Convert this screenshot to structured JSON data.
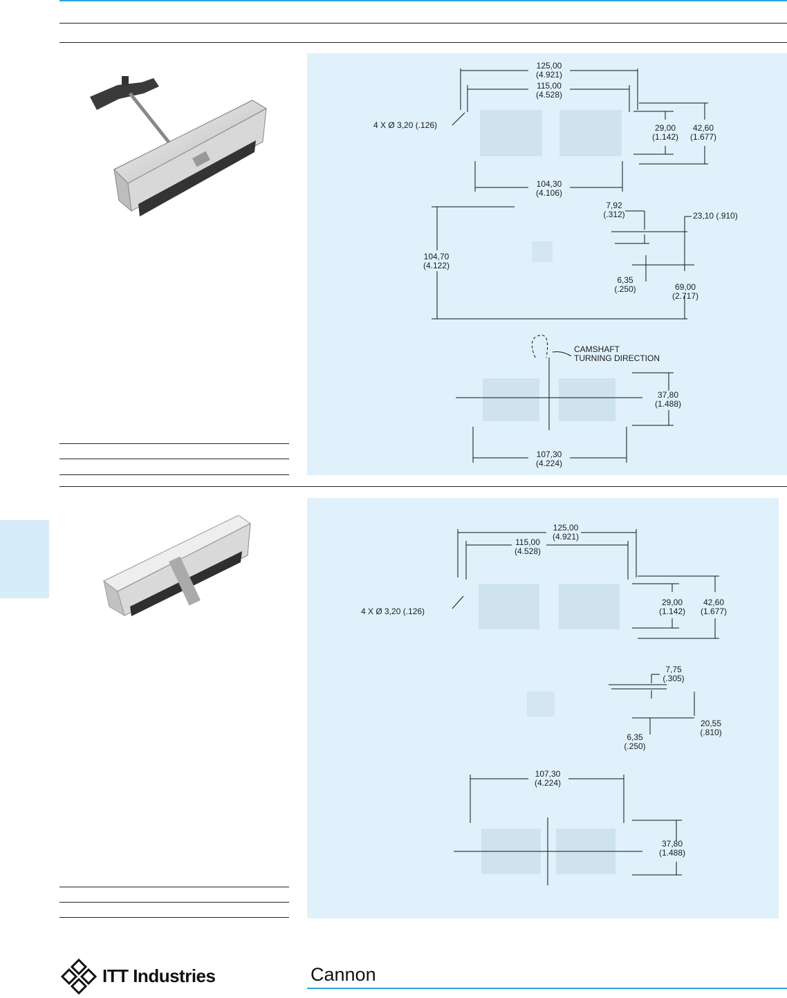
{
  "colors": {
    "accent": "#29a3dc",
    "panel": "#e0f1fb",
    "sidetab": "#d6ecf8"
  },
  "section1": {
    "photo_alt_icon": "connector-with-camshaft-handle-photo",
    "top_view": {
      "dim_125": "125,00",
      "dim_125_in": "(4.921)",
      "dim_115": "115,00",
      "dim_115_in": "(4.528)",
      "hole": "4 X Ø 3,20 (.126)",
      "dim_29": "29,00",
      "dim_29_in": "(1.142)",
      "dim_42": "42,60",
      "dim_42_in": "(1.677)",
      "dim_104": "104,30",
      "dim_104_in": "(4.106)"
    },
    "side_view": {
      "dim_792": "7,92",
      "dim_792_in": "(.312)",
      "dim_2310": "23,10 (.910)",
      "dim_10470": "104,70",
      "dim_10470_in": "(4.122)",
      "dim_635": "6,35",
      "dim_635_in": "(.250)",
      "dim_69": "69,00",
      "dim_69_in": "(2.717)"
    },
    "bottom_view": {
      "cam_1": "CAMSHAFT",
      "cam_2": "TURNING DIRECTION",
      "dim_378": "37,80",
      "dim_378_in": "(1.488)",
      "dim_1073": "107,30",
      "dim_1073_in": "(4.224)"
    }
  },
  "section2": {
    "photo_alt_icon": "connector-photo",
    "top_view": {
      "dim_125": "125,00",
      "dim_125_in": "(4.921)",
      "dim_115": "115,00",
      "dim_115_in": "(4.528)",
      "hole": "4 X Ø 3,20 (.126)",
      "dim_29": "29,00",
      "dim_29_in": "(1.142)",
      "dim_42": "42,60",
      "dim_42_in": "(1.677)"
    },
    "side_view": {
      "dim_775": "7,75",
      "dim_775_in": "(.305)",
      "dim_2055": "20,55",
      "dim_2055_in": "(.810)",
      "dim_635": "6,35",
      "dim_635_in": "(.250)"
    },
    "bottom_view": {
      "dim_1073": "107,30",
      "dim_1073_in": "(4.224)",
      "dim_378": "37,80",
      "dim_378_in": "(1.488)"
    }
  },
  "footer": {
    "company": "ITT Industries",
    "brand": "Cannon"
  }
}
